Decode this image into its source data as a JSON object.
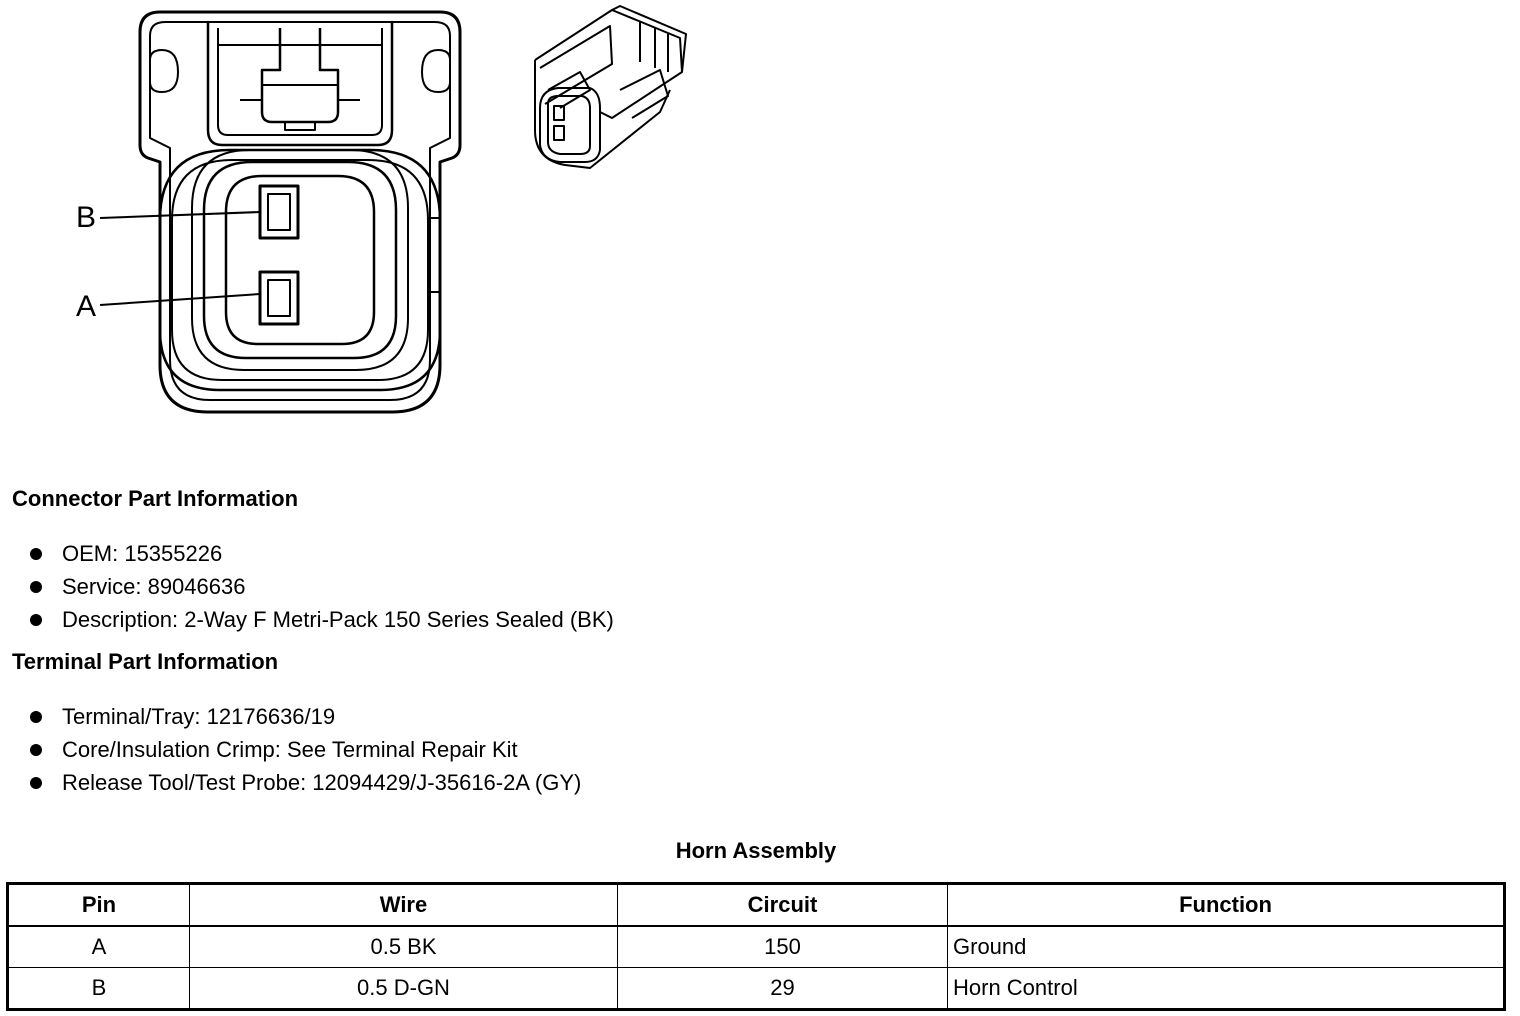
{
  "diagram": {
    "pin_labels": [
      "B",
      "A"
    ]
  },
  "connector_section": {
    "title": "Connector Part Information",
    "items": [
      "OEM: 15355226",
      "Service: 89046636",
      "Description: 2-Way F Metri-Pack 150 Series Sealed (BK)"
    ]
  },
  "terminal_section": {
    "title": "Terminal Part Information",
    "items": [
      "Terminal/Tray: 12176636/19",
      "Core/Insulation Crimp: See Terminal Repair Kit",
      "Release Tool/Test Probe: 12094429/J-35616-2A (GY)"
    ]
  },
  "table": {
    "title": "Horn Assembly",
    "headers": [
      "Pin",
      "Wire",
      "Circuit",
      "Function"
    ],
    "rows": [
      [
        "A",
        "0.5 BK",
        "150",
        "Ground"
      ],
      [
        "B",
        "0.5 D-GN",
        "29",
        "Horn Control"
      ]
    ]
  }
}
